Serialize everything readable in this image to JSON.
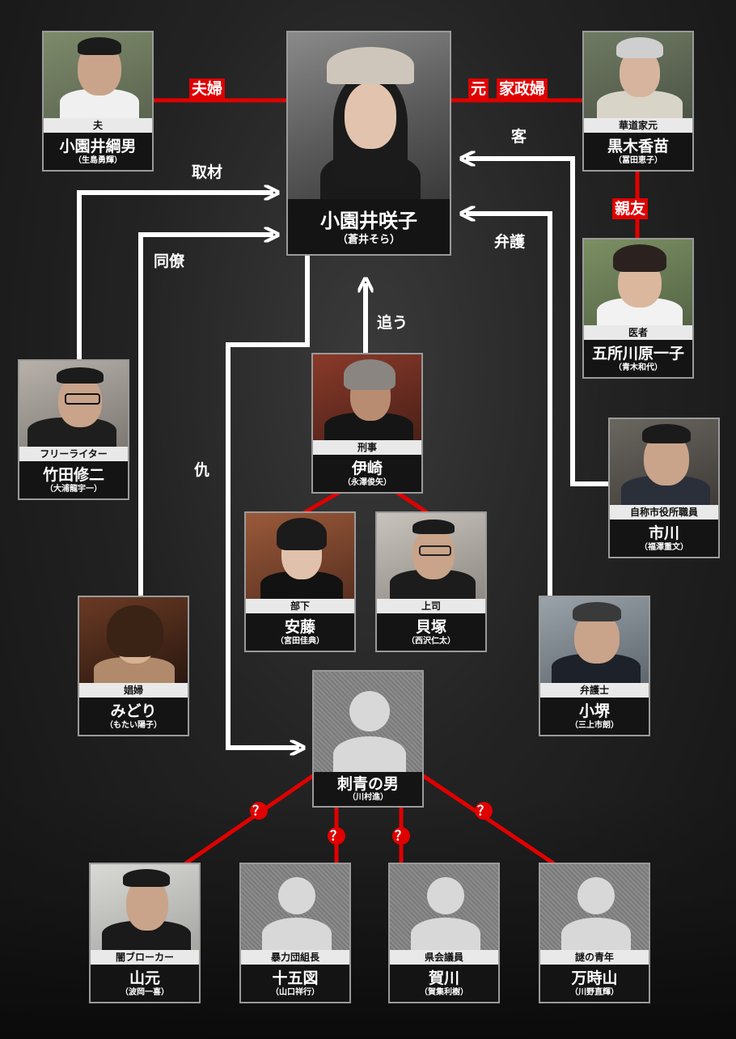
{
  "colors": {
    "red_line": "#e00000",
    "white_line": "#ffffff",
    "card_border": "#9a9a9a"
  },
  "people": {
    "saeko": {
      "name": "小園井咲子",
      "actor": "（蒼井そら）"
    },
    "tsunao": {
      "role": "夫",
      "name": "小園井綱男",
      "actor": "（生島勇輝）"
    },
    "kuroki": {
      "role": "華道家元",
      "name": "黒木香苗",
      "actor": "（冨田恵子）"
    },
    "goshogawa": {
      "role": "医者",
      "name": "五所川原一子",
      "actor": "（青木和代）"
    },
    "takeda": {
      "role": "フリーライター",
      "name": "竹田修二",
      "actor": "（大浦龍宇一）"
    },
    "izaki": {
      "role": "刑事",
      "name": "伊崎",
      "actor": "（永澤俊矢）"
    },
    "ichikawa": {
      "role": "自称市役所職員",
      "name": "市川",
      "actor": "（福澤重文）"
    },
    "ando": {
      "role": "部下",
      "name": "安藤",
      "actor": "（宮田佳典）"
    },
    "kaizuka": {
      "role": "上司",
      "name": "貝塚",
      "actor": "（西沢仁太）"
    },
    "midori": {
      "role": "娼婦",
      "name": "みどり",
      "actor": "（もたい陽子）"
    },
    "kozakai": {
      "role": "弁護士",
      "name": "小堺",
      "actor": "（三上市朗）"
    },
    "tattoo": {
      "name": "刺青の男",
      "actor": "（川村進）"
    },
    "yamamoto": {
      "role": "闇ブローカー",
      "name": "山元",
      "actor": "（波岡一喜）"
    },
    "jugozu": {
      "role": "暴力団組長",
      "name": "十五図",
      "actor": "（山口祥行）"
    },
    "kagawa": {
      "role": "県会議員",
      "name": "賀川",
      "actor": "（賀集利樹）"
    },
    "manjiyama": {
      "role": "謎の青年",
      "name": "万時山",
      "actor": "（川野直輝）"
    }
  },
  "relations": {
    "fufu": "夫婦",
    "moto": "元",
    "kaseifu": "家政婦",
    "kyaku": "客",
    "shinyu": "親友",
    "shuzai": "取材",
    "doryo": "同僚",
    "bengo": "弁護",
    "ou": "追う",
    "kyu": "仇",
    "unknown": "？"
  }
}
